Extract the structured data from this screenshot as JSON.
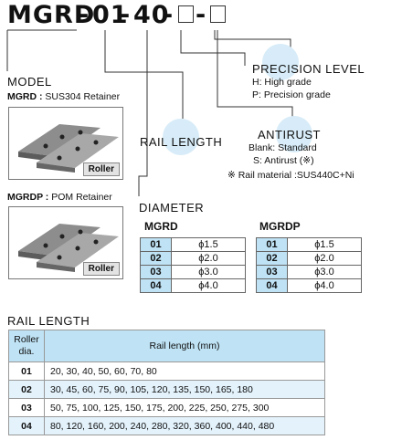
{
  "code": {
    "part1": "MGRD",
    "dash1": "-",
    "part2": "01",
    "dash2": "-",
    "part3": "40",
    "dash3": "-",
    "dash4": "-"
  },
  "model": {
    "heading": "MODEL",
    "mgrd_name": "MGRD :",
    "mgrd_desc": "SUS304 Retainer",
    "mgrdp_name": "MGRDP :",
    "mgrdp_desc": "POM Retainer",
    "roller_tag": "Roller"
  },
  "precision": {
    "title": "PRECISION LEVEL",
    "line1": "H: High grade",
    "line2": "P: Precision grade"
  },
  "antirust": {
    "title": "ANTIRUST",
    "line1": "Blank: Standard",
    "line2": "S: Antirust (※)",
    "note": "※ Rail material :SUS440C+Ni"
  },
  "rail_length_label": "RAIL LENGTH",
  "diameter": {
    "title": "DIAMETER",
    "mgrd_title": "MGRD",
    "mgrdp_title": "MGRDP",
    "rows": [
      {
        "code": "01",
        "value": "ϕ1.5"
      },
      {
        "code": "02",
        "value": "ϕ2.0"
      },
      {
        "code": "03",
        "value": "ϕ3.0"
      },
      {
        "code": "04",
        "value": "ϕ4.0"
      }
    ]
  },
  "rail_table": {
    "title": "RAIL LENGTH",
    "col1": "Roller dia.",
    "col2": "Rail length (mm)",
    "rows": [
      {
        "dia": "01",
        "lengths": "20, 30, 40, 50, 60, 70, 80"
      },
      {
        "dia": "02",
        "lengths": "30, 45, 60, 75, 90, 105, 120, 135, 150, 165, 180"
      },
      {
        "dia": "03",
        "lengths": "50, 75, 100, 125, 150, 175, 200, 225, 250, 275, 300"
      },
      {
        "dia": "04",
        "lengths": "80, 120, 160, 200, 240, 280, 320, 360, 400, 440, 480"
      }
    ]
  },
  "colors": {
    "accent": "#bfe3f5",
    "bubble": "#d7ecf8",
    "row_alt": "#e3f2fb"
  }
}
